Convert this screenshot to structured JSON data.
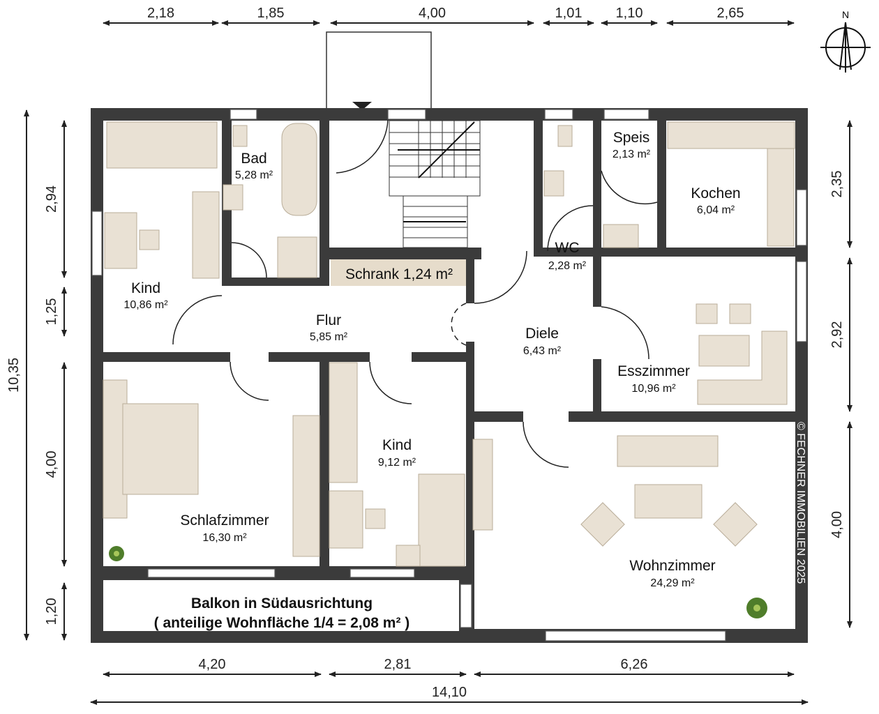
{
  "compass": {
    "label": "N"
  },
  "dimensions": {
    "top": [
      "2,18",
      "1,85",
      "4,00",
      "1,01",
      "1,10",
      "2,65"
    ],
    "bottom": [
      "4,20",
      "2,81",
      "6,26"
    ],
    "total_width": "14,10",
    "left_total": "10,35",
    "left": [
      "2,94",
      "1,25",
      "4,00",
      "1,20"
    ],
    "right": [
      "2,35",
      "2,92",
      "4,00"
    ]
  },
  "rooms": [
    {
      "name": "Kind",
      "area": "10,86 m²"
    },
    {
      "name": "Bad",
      "area": "5,28 m²"
    },
    {
      "name": "Schrank 1,24 m²",
      "area": ""
    },
    {
      "name": "Flur",
      "area": "5,85 m²"
    },
    {
      "name": "WC",
      "area": "2,28 m²"
    },
    {
      "name": "Speis",
      "area": "2,13 m²"
    },
    {
      "name": "Kochen",
      "area": "6,04 m²"
    },
    {
      "name": "Diele",
      "area": "6,43 m²"
    },
    {
      "name": "Esszimmer",
      "area": "10,96 m²"
    },
    {
      "name": "Schlafzimmer",
      "area": "16,30 m²"
    },
    {
      "name": "Kind",
      "area": "9,12 m²"
    },
    {
      "name": "Wohnzimmer",
      "area": "24,29 m²"
    }
  ],
  "balcony": {
    "line1": "Balkon in Südausrichtung",
    "line2": "( anteilige Wohnfläche 1/4 = 2,08 m² )"
  },
  "copyright": "© FECHNER IMMOBILIEN 2025"
}
